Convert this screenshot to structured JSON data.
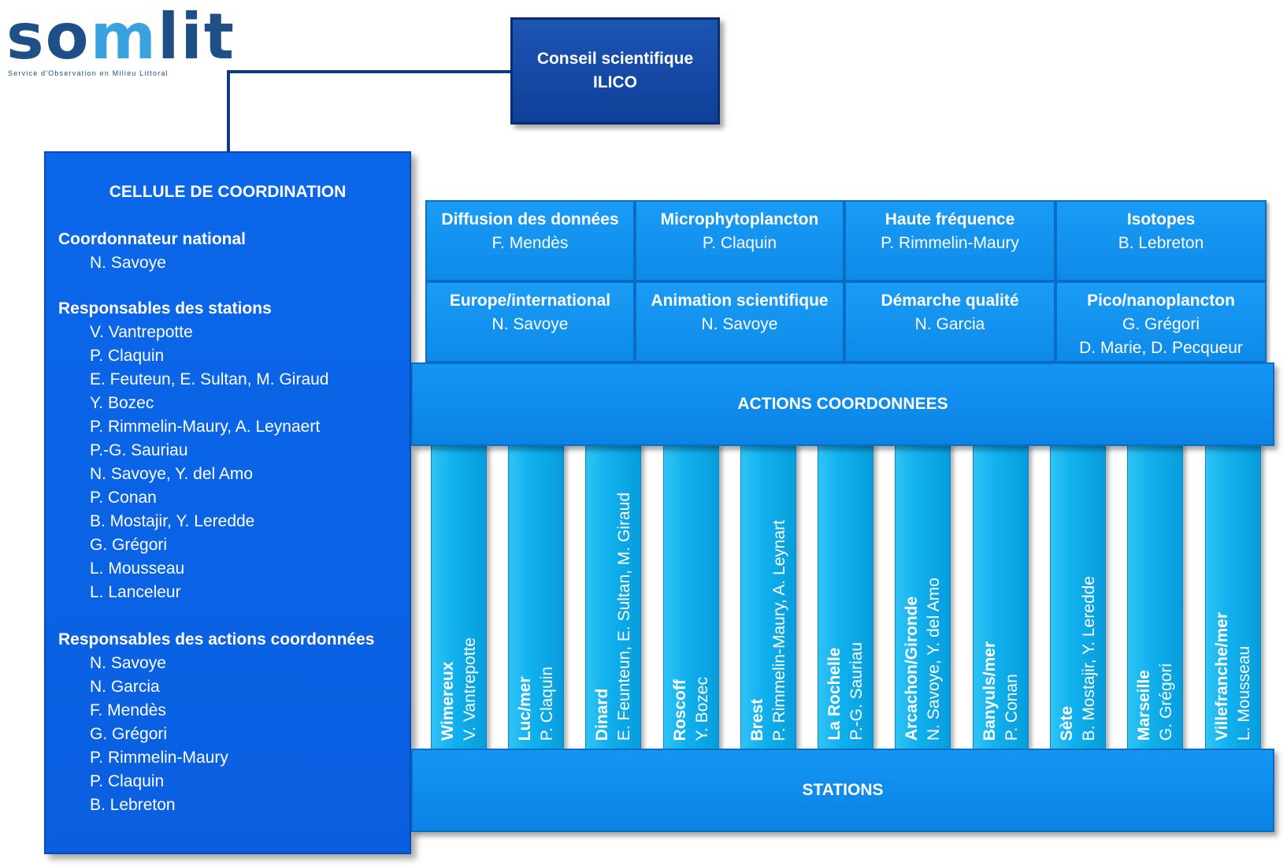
{
  "logo": {
    "word_start": "so",
    "word_accent": "m",
    "word_end": "lit",
    "subtitle": "Service d'Observation en Milieu Littoral"
  },
  "conseil": {
    "line1": "Conseil scientifique",
    "line2": "ILICO"
  },
  "cellule": {
    "title": "CELLULE DE COORDINATION",
    "national_heading": "Coordonnateur national",
    "national": [
      "N. Savoye"
    ],
    "stations_heading": "Responsables des stations",
    "stations": [
      "V. Vantrepotte",
      "P. Claquin",
      "E. Feuteun, E. Sultan, M. Giraud",
      "Y. Bozec",
      "P. Rimmelin-Maury, A. Leynaert",
      "P.-G. Sauriau",
      "N. Savoye, Y. del Amo",
      "P. Conan",
      "B. Mostajir, Y. Leredde",
      "G. Grégori",
      "L. Mousseau",
      "L. Lanceleur"
    ],
    "actions_heading": "Responsables des actions coordonnées",
    "actions": [
      "N. Savoye",
      "N. Garcia",
      "F. Mendès",
      "G. Grégori",
      "P. Rimmelin-Maury",
      "P. Claquin",
      "B. Lebreton"
    ]
  },
  "actions": [
    {
      "title": "Diffusion des données",
      "people": [
        "F. Mendès"
      ]
    },
    {
      "title": "Microphytoplancton",
      "people": [
        "P. Claquin"
      ]
    },
    {
      "title": "Haute fréquence",
      "people": [
        "P. Rimmelin-Maury"
      ]
    },
    {
      "title": "Isotopes",
      "people": [
        "B. Lebreton"
      ]
    },
    {
      "title": "Europe/international",
      "people": [
        "N. Savoye"
      ]
    },
    {
      "title": "Animation scientifique",
      "people": [
        "N. Savoye"
      ]
    },
    {
      "title": "Démarche qualité",
      "people": [
        "N. Garcia"
      ]
    },
    {
      "title": "Pico/nanoplancton",
      "people": [
        "G. Grégori",
        "D. Marie, D. Pecqueur"
      ]
    }
  ],
  "actions_band": "ACTIONS COORDONNEES",
  "stations_band": "STATIONS",
  "stations": [
    {
      "name": "Wimereux",
      "people": [
        "V. Vantrepotte"
      ]
    },
    {
      "name": "Luc/mer",
      "people": [
        "P. Claquin"
      ]
    },
    {
      "name": "Dinard",
      "people": [
        "E. Feunteun, E. Sultan,  M. Giraud"
      ]
    },
    {
      "name": "Roscoff",
      "people": [
        "Y. Bozec"
      ]
    },
    {
      "name": "Brest",
      "people": [
        "P. Rimmelin-Maury, A. Leynart"
      ]
    },
    {
      "name": "La Rochelle",
      "people": [
        "P.-G. Sauriau"
      ]
    },
    {
      "name": "Arcachon/Gironde",
      "people": [
        "N. Savoye, Y. del Amo"
      ]
    },
    {
      "name": "Banyuls/mer",
      "people": [
        "P. Conan"
      ]
    },
    {
      "name": "Sète",
      "people": [
        "B. Mostajir, Y. Leredde"
      ]
    },
    {
      "name": "Marseille",
      "people": [
        "G. Grégori"
      ]
    },
    {
      "name": "Villefranche/mer",
      "people": [
        "L. Mousseau"
      ]
    }
  ],
  "colors": {
    "conseil": "#0f3f99",
    "cellule": "#0a5fe0",
    "action": "#1497f1",
    "band": "#0b87e8",
    "column": "#11b1ee",
    "logo": "#1e4f86"
  }
}
